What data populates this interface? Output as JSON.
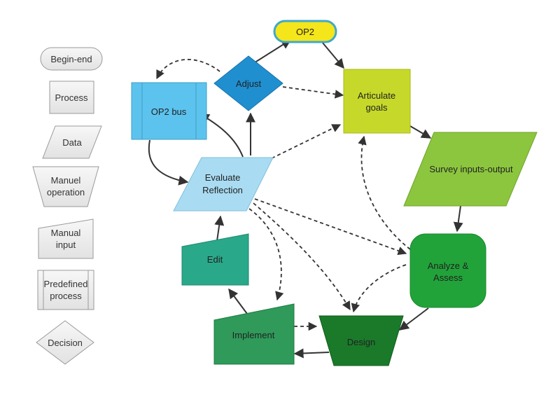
{
  "legend": {
    "begin_end": "Begin-end",
    "process": "Process",
    "data": "Data",
    "manual_operation": [
      "Manuel",
      "operation"
    ],
    "manual_input": [
      "Manual",
      "input"
    ],
    "predefined_process": [
      "Predefined",
      "process"
    ],
    "decision": "Decision"
  },
  "nodes": {
    "op2": {
      "label": "OP2",
      "fill": "#f5e51b",
      "stroke": "#3fa9c9"
    },
    "adjust": {
      "label": "Adjust",
      "fill": "#1f8fd0"
    },
    "op2_bus": {
      "label": "OP2 bus",
      "fill": "#5cc3ef"
    },
    "articulate_goals": {
      "label": [
        "Articulate",
        "goals"
      ],
      "fill": "#c6d92a"
    },
    "evaluate_reflection": {
      "label": [
        "Evaluate",
        "Reflection"
      ],
      "fill": "#a9dcf2"
    },
    "survey": {
      "label": "Survey inputs-output",
      "fill": "#8cc63f"
    },
    "edit": {
      "label": "Edit",
      "fill": "#2aa88a"
    },
    "analyze_assess": {
      "label": [
        "Analyze &",
        "Assess"
      ],
      "fill": "#22a33a"
    },
    "implement": {
      "label": "Implement",
      "fill": "#2f9a5a"
    },
    "design": {
      "label": "Design",
      "fill": "#1a7a2a"
    }
  },
  "colors": {
    "legend_fill": "#eeeeee",
    "legend_stroke": "#9a9a9a",
    "connector": "#333333"
  }
}
